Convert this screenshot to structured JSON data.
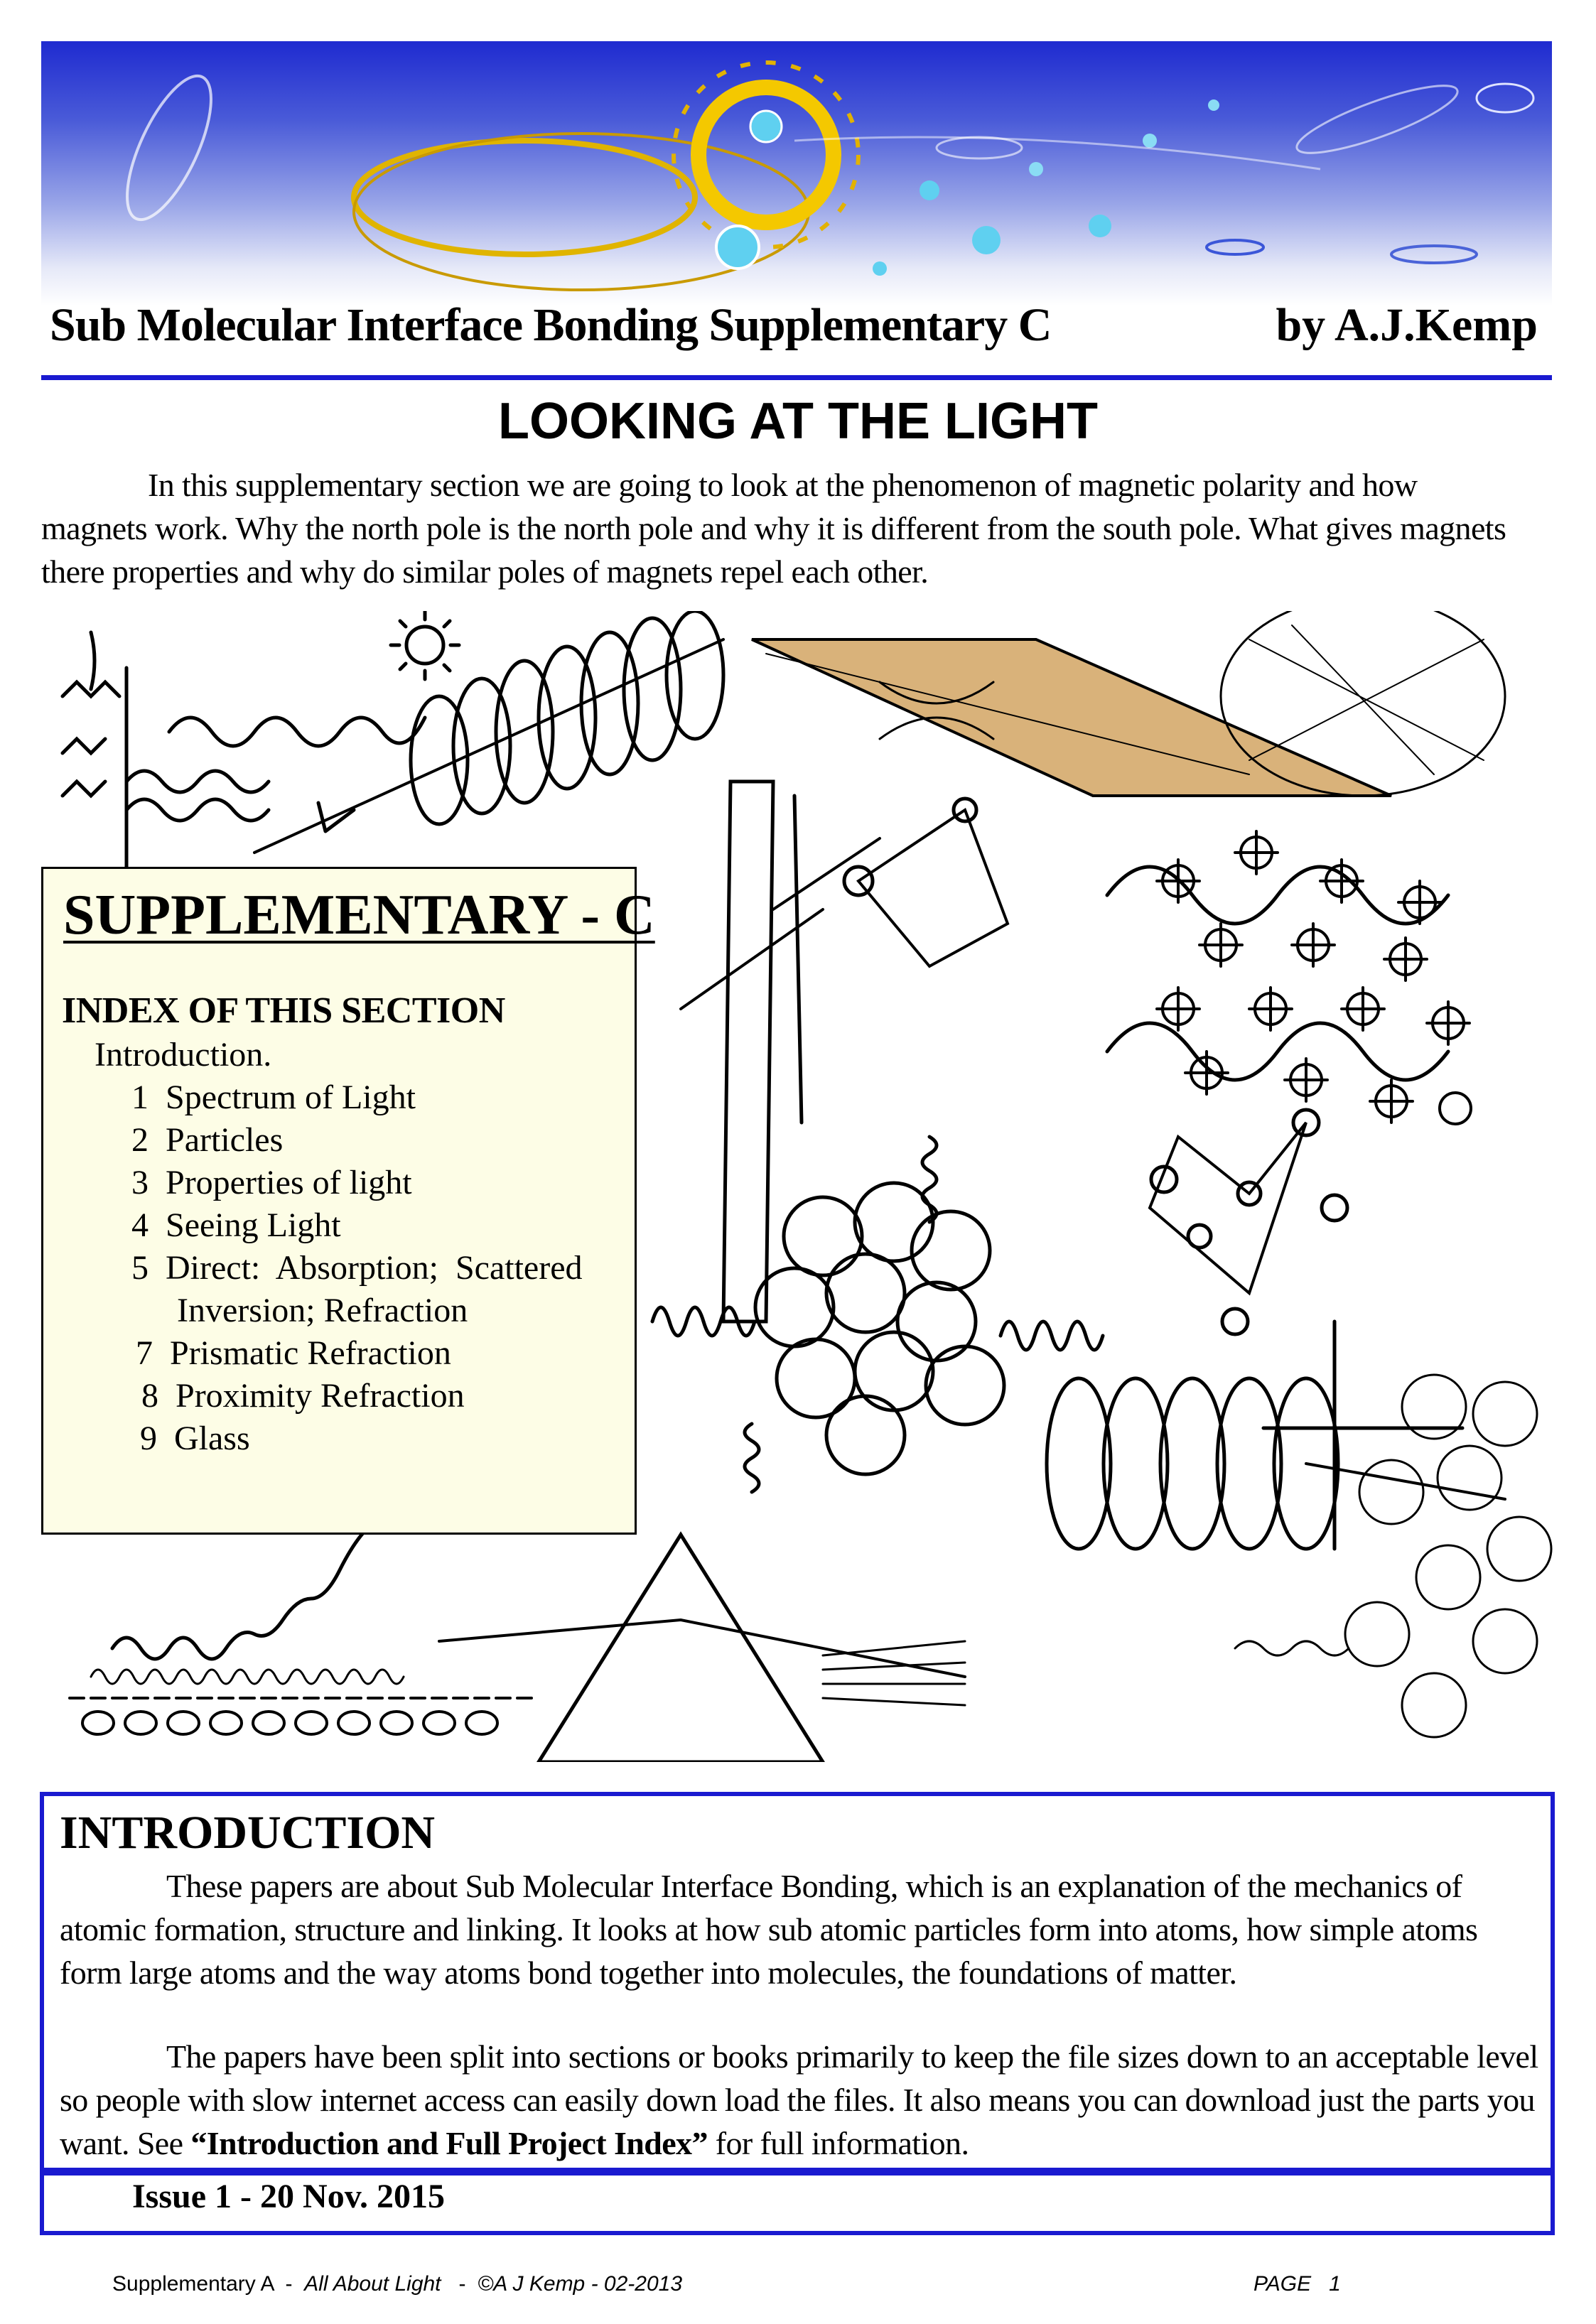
{
  "header": {
    "title": "Sub Molecular Interface Bonding Supplementary C",
    "author": "by A.J.Kemp"
  },
  "page_title": "LOOKING AT THE LIGHT",
  "intro_paragraph": "In this supplementary section we are going to look at the phenomenon of magnetic polarity and how magnets work. Why the north pole is the north pole and why it is different from the south pole. What gives magnets there properties and why do similar poles of magnets repel each other.",
  "index_box": {
    "heading": "SUPPLEMENTARY - C",
    "subheading": "INDEX OF THIS SECTION",
    "items": [
      {
        "num": "",
        "label": "Introduction."
      },
      {
        "num": "1",
        "label": "Spectrum of Light"
      },
      {
        "num": "2",
        "label": "Particles"
      },
      {
        "num": "3",
        "label": "Properties of light"
      },
      {
        "num": "4",
        "label": "Seeing Light"
      },
      {
        "num": "5",
        "label": "Direct:  Absorption;  Scattered"
      },
      {
        "num": "",
        "label": "Inversion; Refraction"
      },
      {
        "num": "7",
        "label": "Prismatic Refraction"
      },
      {
        "num": "8",
        "label": "Proximity Refraction"
      },
      {
        "num": "9",
        "label": "Glass"
      }
    ]
  },
  "introduction": {
    "heading": "INTRODUCTION",
    "paragraph1": "These papers are about Sub Molecular Interface Bonding, which is an explanation of the mechanics of atomic formation, structure and linking. It looks at how sub atomic particles form into atoms, how simple atoms form large atoms and the way atoms bond together into molecules, the foundations of matter.",
    "paragraph2_before": "The papers have been split into sections or books primarily to keep the file sizes down to an acceptable level so people with slow internet access can easily down load the files. It also means you can download just the parts you want. See ",
    "paragraph2_link": "“Introduction and Full Project Index”",
    "paragraph2_after": " for full information."
  },
  "issue": "Issue 1 - 20 Nov. 2015",
  "footer": {
    "doc": "Supplementary A",
    "sep1": "  -  ",
    "subtitle": "All About Light",
    "sep2": "   -  ",
    "copyright": "©A J Kemp - 02-2013",
    "page_label": "PAGE",
    "page_number": "1"
  },
  "colors": {
    "accent_blue": "#1a1ad0",
    "index_box_bg": "#fdfde6",
    "illustration_tan": "#d9b27a"
  }
}
